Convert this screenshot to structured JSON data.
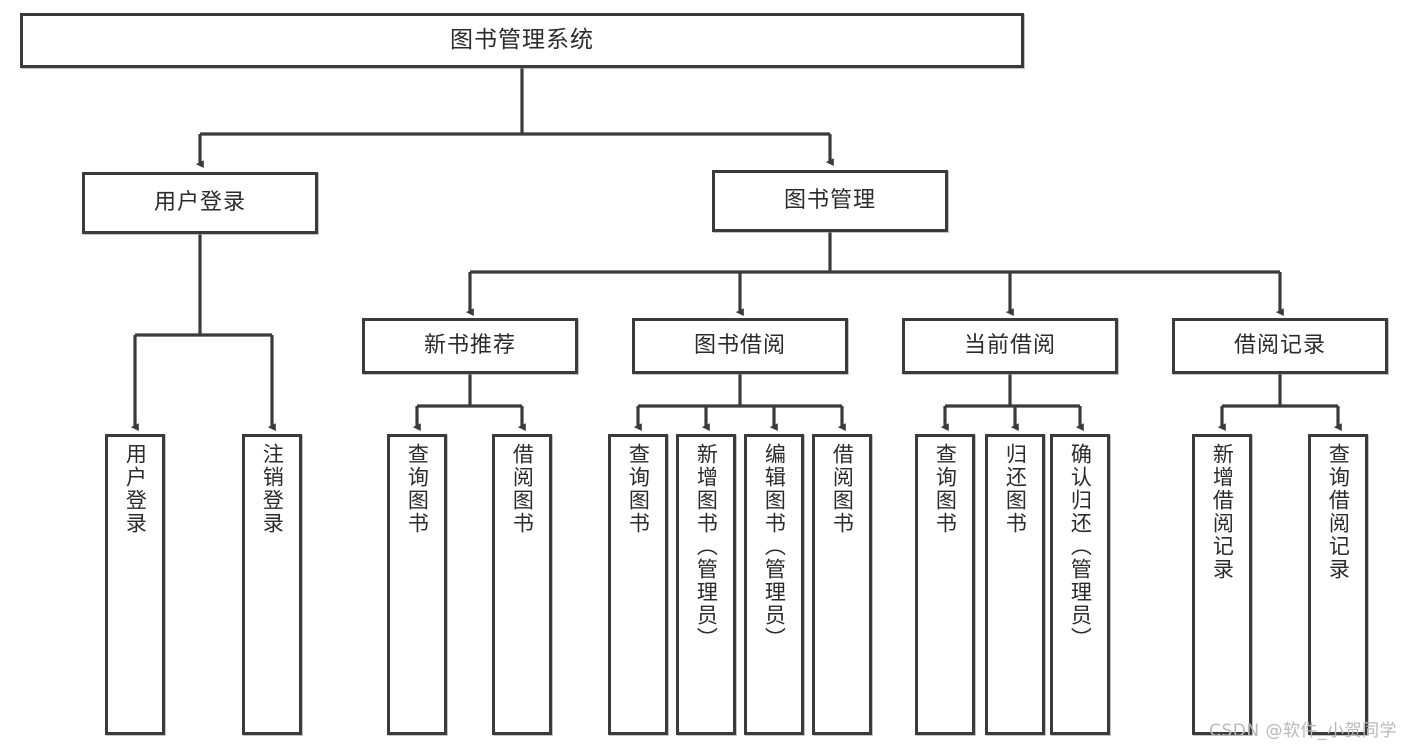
{
  "diagram": {
    "type": "tree-hierarchy",
    "title": "图书管理系统",
    "watermark": "CSDN @软件_小贺同学",
    "colors": {
      "stroke": "#3b3b3b",
      "fill": "#ffffff",
      "text": "#2b2b2b",
      "watermark": "#b9b9b9",
      "background": "#ffffff"
    },
    "levels": {
      "root": "图书管理系统",
      "level2": [
        "用户登录",
        "图书管理"
      ],
      "level3": [
        "新书推荐",
        "图书借阅",
        "当前借阅",
        "借阅记录"
      ]
    },
    "nodes": {
      "root": {
        "label": "图书管理系统"
      },
      "user_login": {
        "label": "用户登录"
      },
      "book_manage": {
        "label": "图书管理"
      },
      "new_book_rec": {
        "label": "新书推荐"
      },
      "book_borrow": {
        "label": "图书借阅"
      },
      "current_borrow": {
        "label": "当前借阅"
      },
      "borrow_record": {
        "label": "借阅记录"
      },
      "leaf_user_login": {
        "label": "用户登录"
      },
      "leaf_logout": {
        "label": "注销登录"
      },
      "leaf_query_book_1": {
        "label": "查询图书"
      },
      "leaf_borrow_book_1": {
        "label": "借阅图书"
      },
      "leaf_query_book_2": {
        "label": "查询图书"
      },
      "leaf_add_book": {
        "label": "新增图书（管理员）"
      },
      "leaf_edit_book": {
        "label": "编辑图书（管理员）"
      },
      "leaf_borrow_book_2": {
        "label": "借阅图书"
      },
      "leaf_query_book_3": {
        "label": "查询图书"
      },
      "leaf_return_book": {
        "label": "归还图书"
      },
      "leaf_confirm_return": {
        "label": "确认归还（管理员）"
      },
      "leaf_add_record": {
        "label": "新增借阅记录"
      },
      "leaf_query_record": {
        "label": "查询借阅记录"
      }
    }
  }
}
